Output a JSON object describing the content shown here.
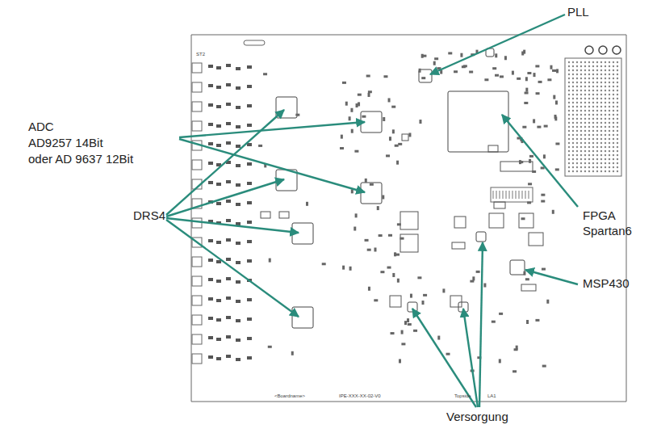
{
  "diagram": {
    "labels": [
      "PLL",
      "ADC",
      "AD9257 14Bit",
      "oder AD 9637 12Bit",
      "DRS4",
      "FPGA",
      "Spartan6",
      "MSP430",
      "Versorgung",
      "<Boardname>",
      "IPE-XXX-XX-02-V0",
      "Topside",
      "LA1",
      "ST2"
    ]
  }
}
